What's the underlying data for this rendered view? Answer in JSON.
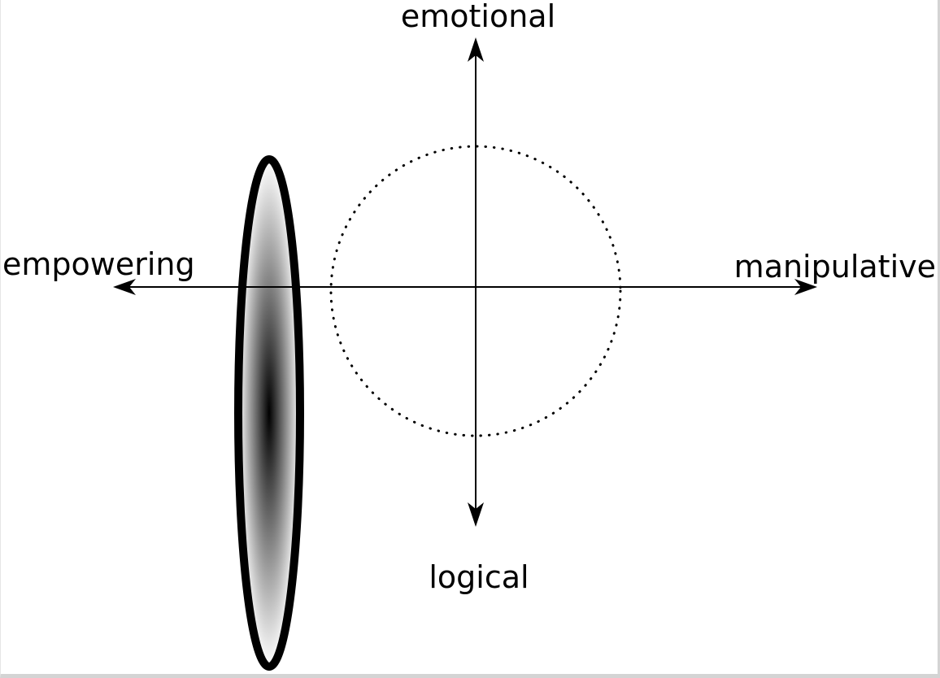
{
  "diagram": {
    "labels": {
      "top": "emotional",
      "bottom": "logical",
      "left": "empowering",
      "right": "manipulative"
    },
    "colors": {
      "stroke": "#000000",
      "background": "#ffffff",
      "gradient_center": "#000000",
      "gradient_edge": "#ffffff"
    }
  }
}
